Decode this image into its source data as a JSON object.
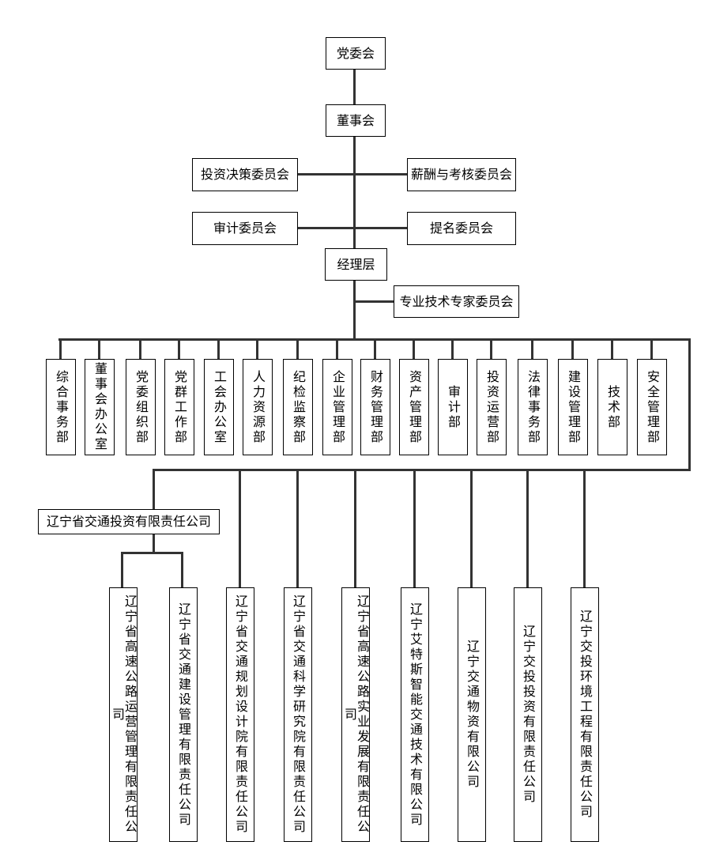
{
  "chart": {
    "title": "organization-chart",
    "colors": {
      "line": "#333333",
      "border": "#000000",
      "background": "#ffffff",
      "text": "#000000"
    },
    "top_nodes": {
      "party_committee": "党委会",
      "board_of_directors": "董事会",
      "management_layer": "经理层"
    },
    "committees": {
      "investment_decision": "投资决策委员会",
      "salary_assessment": "薪酬与考核委员会",
      "audit": "审计委员会",
      "nomination": "提名委员会",
      "expert": "专业技术专家委员会"
    },
    "departments": [
      "综合事务部",
      "董事会办公室",
      "党委组织部",
      "党群工作部",
      "工会办公室",
      "人力资源部",
      "纪检监察部",
      "企业管理部",
      "财务管理部",
      "资产管理部",
      "审计部",
      "投资运营部",
      "法律事务部",
      "建设管理部",
      "技术部",
      "安全管理部"
    ],
    "holding_company": "辽宁省交通投资有限责任公司",
    "subsidiaries": [
      "辽宁省高速公路运营管理有限责任公司",
      "辽宁省交通建设管理有限责任公司",
      "辽宁省交通规划设计院有限责任公司",
      "辽宁省交通科学研究院有限责任公司",
      "辽宁省高速公路实业发展有限责任公司",
      "辽宁艾特斯智能交通技术有限公司",
      "辽宁交通物资有限公司",
      "辽宁交投投资有限责任公司",
      "辽宁交投环境工程有限责任公司"
    ]
  }
}
